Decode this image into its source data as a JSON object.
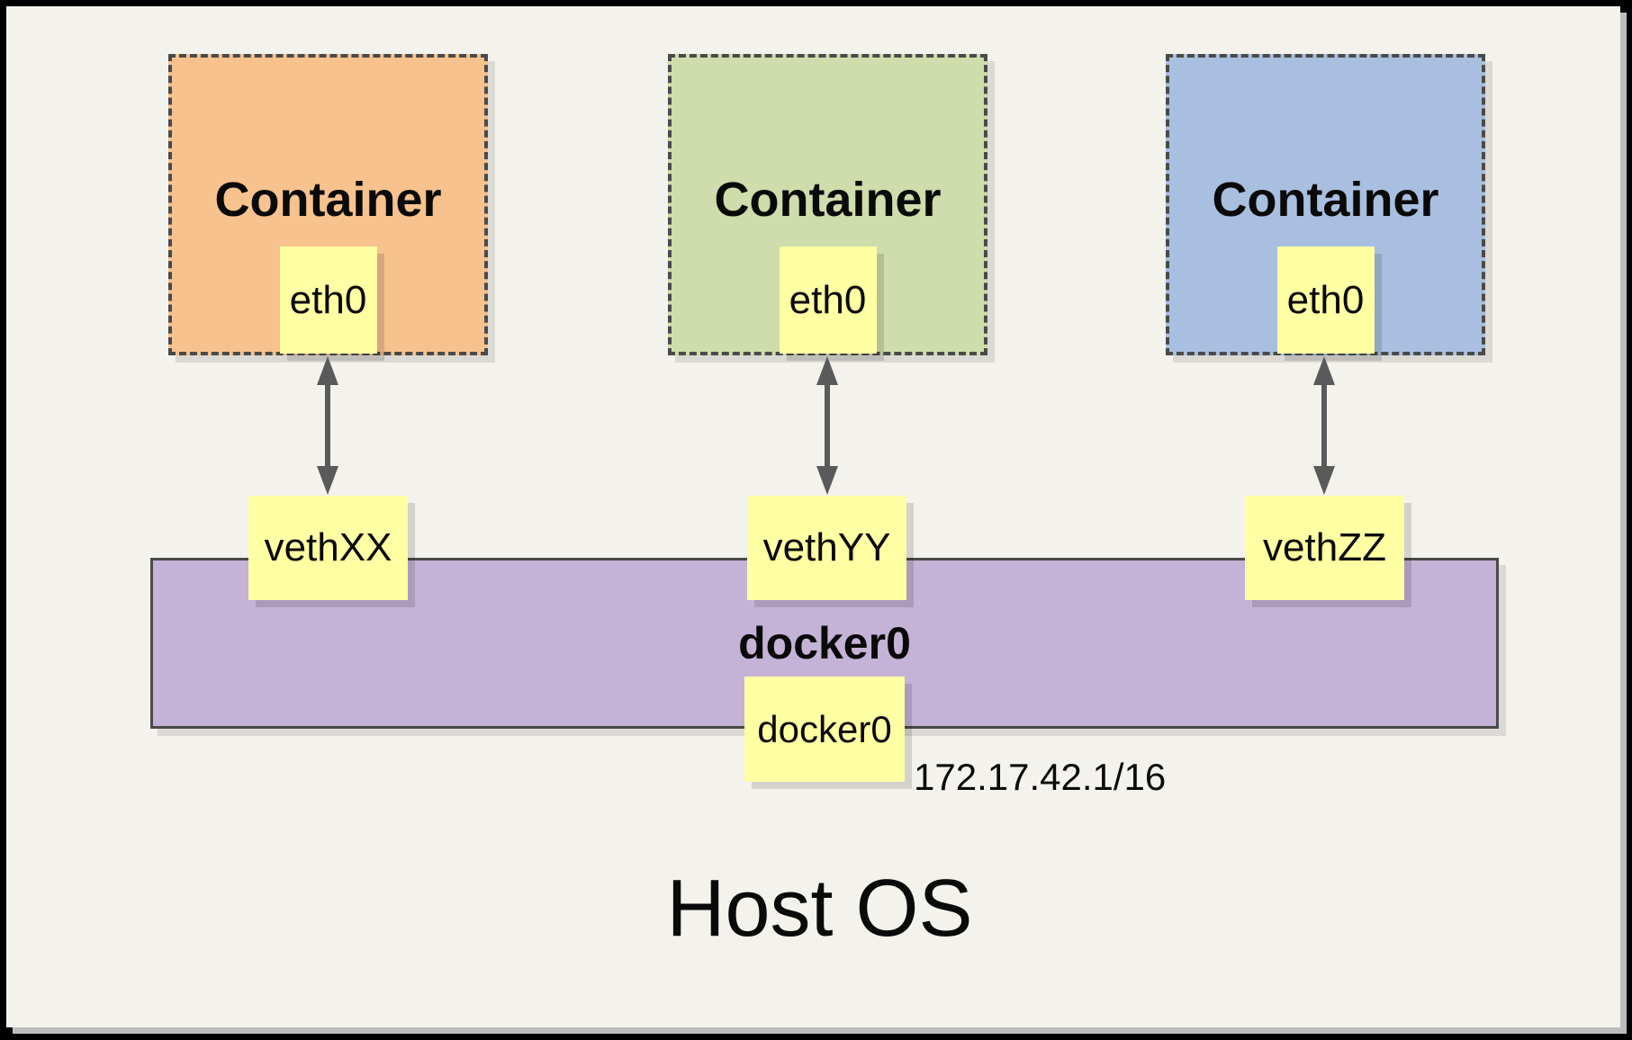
{
  "host": {
    "title": "Host OS"
  },
  "containers": [
    {
      "title": "Container",
      "interface": "eth0",
      "veth": "vethXX",
      "fill": "#f7c28e"
    },
    {
      "title": "Container",
      "interface": "eth0",
      "veth": "vethYY",
      "fill": "#cfdcab"
    },
    {
      "title": "Container",
      "interface": "eth0",
      "veth": "vethZZ",
      "fill": "#a9bfdf"
    }
  ],
  "bridge": {
    "title": "docker0",
    "interface": "docker0",
    "ip": "172.17.42.1/16",
    "fill": "#c4b3d6"
  },
  "colors": {
    "background": "#f4f2ec",
    "note_yellow": "#ffffa3",
    "border_gray": "#4a4a4a",
    "arrow_gray": "#5a5a5a",
    "frame_black": "#000000"
  }
}
